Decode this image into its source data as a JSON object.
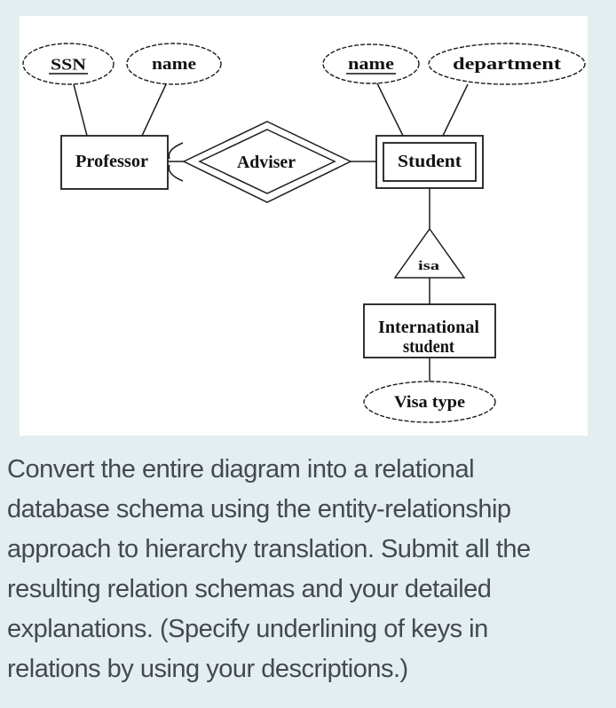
{
  "colors": {
    "page_bg": "#e4eef0",
    "panel_bg": "#ffffff",
    "diagram_stroke": "#1c1c1c",
    "diagram_text": "#111111",
    "question_text": "#434a4f"
  },
  "diagram": {
    "attributes": {
      "ssn": {
        "label": "SSN",
        "key": true
      },
      "professor_name": {
        "label": "name",
        "key": false
      },
      "student_name": {
        "label": "name",
        "key": true
      },
      "department": {
        "label": "department",
        "key": false
      },
      "visa_type": {
        "label": "Visa type",
        "key": false
      }
    },
    "entities": {
      "professor": {
        "label": "Professor"
      },
      "student": {
        "label": "Student"
      },
      "international_student": {
        "line1": "International",
        "line2": "student"
      }
    },
    "relationship": {
      "label": "Adviser"
    },
    "isa": {
      "label": "isa"
    }
  },
  "question": {
    "lines": [
      "Convert the entire diagram into a relational",
      "database schema using the entity-relationship",
      "approach to hierarchy translation. Submit all the",
      "resulting relation schemas and your detailed",
      "explanations. (Specify underlining of keys in",
      "relations by using your descriptions.)"
    ]
  }
}
